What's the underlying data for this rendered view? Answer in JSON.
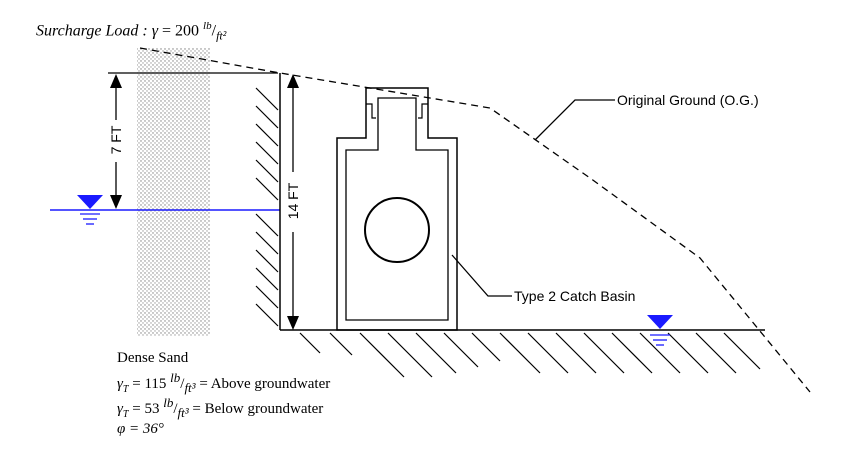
{
  "surcharge": {
    "label": "Surcharge Load : ",
    "gamma": "γ",
    "equals": " = 200 ",
    "unit_num": "lb",
    "unit_den": "ft²"
  },
  "dimensions": {
    "seven": "7 FT",
    "fourteen": "14 FT"
  },
  "callouts": {
    "original_ground": "Original Ground (O.G.)",
    "catch_basin": "Type 2 Catch Basin"
  },
  "soil": {
    "title": "Dense Sand",
    "gamma_symbol": "γ",
    "gamma_sub": "T",
    "above_value": " = 115 ",
    "above_unit_num": "lb",
    "above_unit_den": "ft³",
    "above_text": " = Above groundwater",
    "below_value": " = 53 ",
    "below_unit_num": "lb",
    "below_unit_den": "ft³",
    "below_text": " = Below groundwater",
    "phi": "φ = 36°"
  },
  "colors": {
    "water": "#1a1aff",
    "line": "#000000"
  }
}
